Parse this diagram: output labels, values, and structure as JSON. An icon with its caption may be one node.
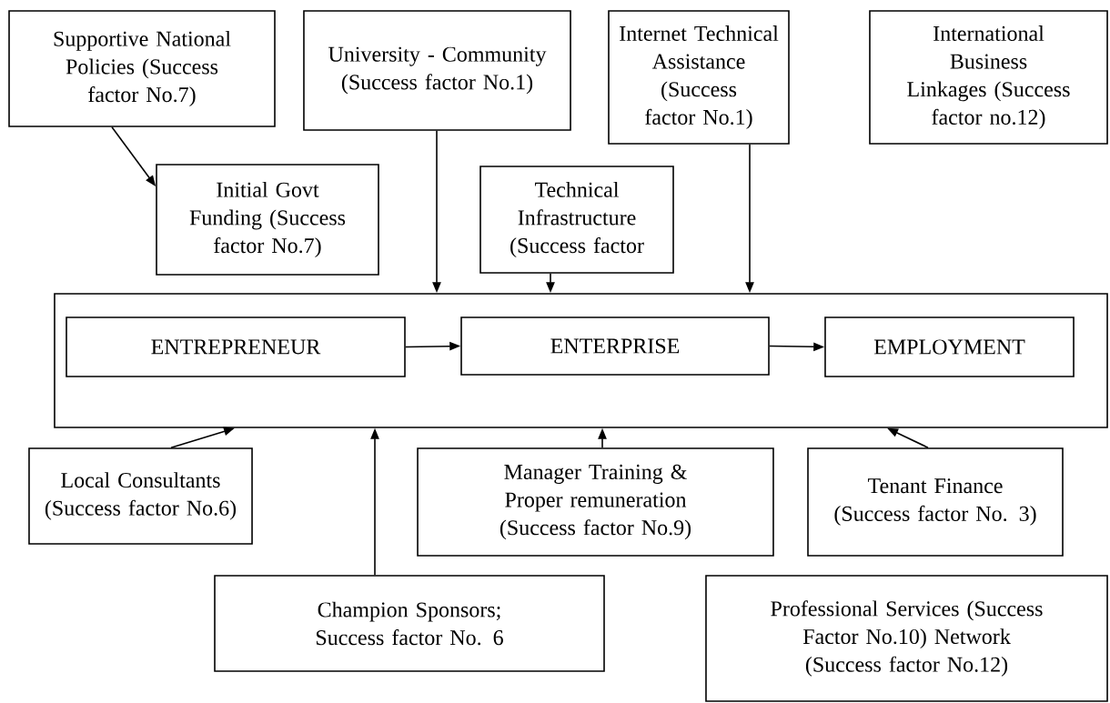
{
  "diagram": {
    "nodes": [
      {
        "text": [
          "Supportive National Policies (Success factor No.7)"
        ]
      },
      {
        "text": [
          "University - Community (Success factor No.1)"
        ]
      },
      {
        "text": [
          "Internet Technical Assistance (Success factor No.1)"
        ]
      },
      {
        "text": [
          "International Business Linkages  (Success factor no.12)"
        ]
      },
      {
        "text": [
          "Initial Govt Funding (Success factor No.7)"
        ]
      },
      {
        "text": [
          "Technical Infrastructure (Success factor"
        ]
      },
      {
        "text": [],
        "shape": "box"
      },
      {
        "text": [
          "ENTREPRENEUR"
        ],
        "in": 6
      },
      {
        "text": [
          "ENTERPRISE"
        ],
        "in": 6
      },
      {
        "text": [
          "EMPLOYMENT"
        ],
        "in": 6
      },
      {
        "text": [
          "Local Consultants (Success factor No.6)"
        ]
      },
      {
        "text": [
          "Manager Training & Proper remuneration (Success factor No.9)"
        ]
      },
      {
        "text": [
          "Tenant Finance (Success factor No. 3)"
        ]
      },
      {
        "text": [
          "Champion Sponsors; Success factor No. 6"
        ]
      },
      {
        "text": [
          "Professional Services (Success Factor No.10) Network (Success factor No.12)"
        ]
      }
    ],
    "edges": [
      {
        "from": 0,
        "to": 4,
        "arrow": "to"
      },
      {
        "from": 1,
        "to": 6,
        "arrow": "to"
      },
      {
        "from": 5,
        "to": 6,
        "arrow": "to"
      },
      {
        "from": 2,
        "to": 6,
        "arrow": "to"
      },
      {
        "from": 7,
        "to": 8,
        "arrow": "to"
      },
      {
        "from": 8,
        "to": 9,
        "arrow": "to"
      },
      {
        "from": 10,
        "to": 6,
        "arrow": "to"
      },
      {
        "from": 13,
        "to": 6,
        "arrow": "to"
      },
      {
        "from": 11,
        "to": 6,
        "arrow": "to"
      },
      {
        "from": 12,
        "to": 6,
        "arrow": "to"
      }
    ]
  }
}
